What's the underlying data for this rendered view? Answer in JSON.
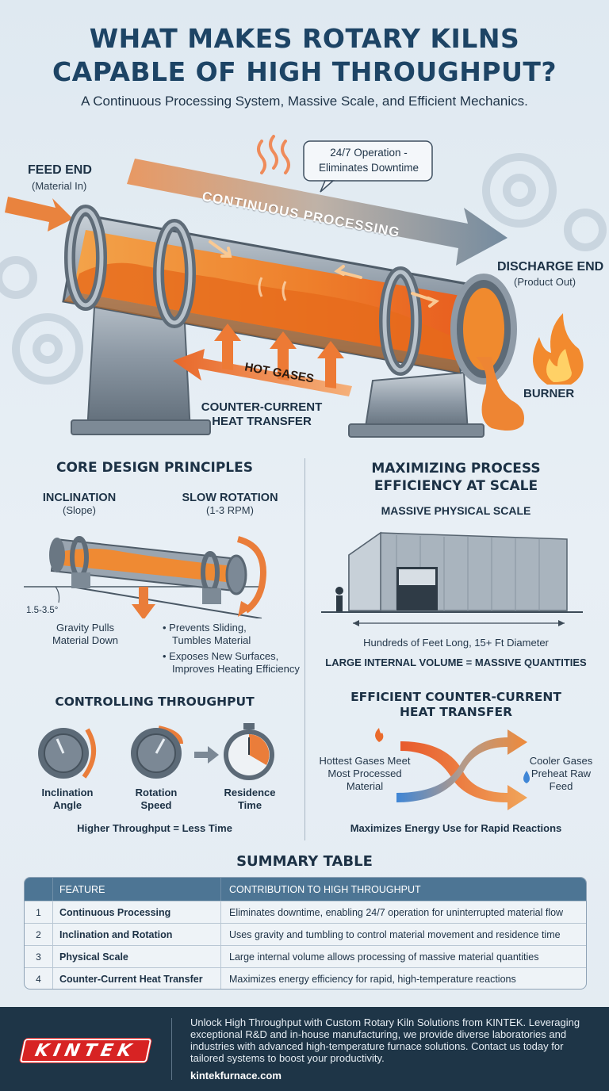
{
  "title_line1": "WHAT MAKES ROTARY KILNS",
  "title_line2": "CAPABLE OF HIGH THROUGHPUT?",
  "subtitle": "A Continuous Processing System, Massive Scale, and Efficient Mechanics.",
  "hero": {
    "feed_end": "FEED END",
    "feed_end_sub": "(Material In)",
    "operation_callout_line1": "24/7 Operation -",
    "operation_callout_line2": "Eliminates Downtime",
    "continuous_processing": "CONTINUOUS PROCESSING",
    "discharge_end": "DISCHARGE END",
    "discharge_end_sub": "(Product Out)",
    "hot_gases": "HOT GASES",
    "burner": "BURNER",
    "counter_current_line1": "COUNTER-CURRENT",
    "counter_current_line2": "HEAT TRANSFER"
  },
  "core": {
    "heading": "CORE DESIGN PRINCIPLES",
    "inclination": "INCLINATION",
    "inclination_sub": "(Slope)",
    "slow_rotation": "SLOW ROTATION",
    "slow_rotation_sub": "(1-3 RPM)",
    "angle": "1.5-3.5°",
    "gravity_line1": "Gravity Pulls",
    "gravity_line2": "Material Down",
    "bullet1_line1": "Prevents Sliding,",
    "bullet1_line2": "Tumbles Material",
    "bullet2_line1": "Exposes New Surfaces,",
    "bullet2_line2": "Improves Heating Efficiency"
  },
  "efficiency": {
    "heading_line1": "MAXIMIZING PROCESS",
    "heading_line2": "EFFICIENCY AT SCALE",
    "scale_heading": "MASSIVE PHYSICAL SCALE",
    "scale_dimension": "Hundreds of Feet Long, 15+ Ft Diameter",
    "scale_result": "LARGE INTERNAL VOLUME = MASSIVE QUANTITIES"
  },
  "throughput": {
    "heading": "CONTROLLING THROUGHPUT",
    "dial1_line1": "Inclination",
    "dial1_line2": "Angle",
    "dial2_line1": "Rotation",
    "dial2_line2": "Speed",
    "dial3_line1": "Residence",
    "dial3_line2": "Time",
    "result": "Higher Throughput = Less Time"
  },
  "heat": {
    "heading_line1": "EFFICIENT COUNTER-CURRENT",
    "heading_line2": "HEAT TRANSFER",
    "left_line1": "Hottest Gases Meet",
    "left_line2": "Most Processed",
    "left_line3": "Material",
    "right_line1": "Cooler Gases",
    "right_line2": "Preheat Raw",
    "right_line3": "Feed",
    "result": "Maximizes Energy Use for Rapid Reactions"
  },
  "summary": {
    "heading": "SUMMARY TABLE",
    "headers": [
      "",
      "FEATURE",
      "CONTRIBUTION TO HIGH THROUGHPUT"
    ],
    "rows": [
      {
        "num": "1",
        "feature": "Continuous Processing",
        "contribution": "Eliminates downtime, enabling 24/7 operation for uninterrupted material flow"
      },
      {
        "num": "2",
        "feature": "Inclination and Rotation",
        "contribution": "Uses gravity and tumbling to control material movement and residence time"
      },
      {
        "num": "3",
        "feature": "Physical Scale",
        "contribution": "Large internal volume allows processing of massive material quantities"
      },
      {
        "num": "4",
        "feature": "Counter-Current Heat Transfer",
        "contribution": "Maximizes energy efficiency for rapid, high-temperature reactions"
      }
    ]
  },
  "footer": {
    "logo": "KINTEK",
    "text": "Unlock High Throughput with Custom Rotary Kiln Solutions from KINTEK. Leveraging exceptional R&D and in-house manufacturing, we provide diverse laboratories and industries with advanced high-temperature furnace solutions. Contact us today for tailored systems to boost your productivity.",
    "url": "kintekfurnace.com"
  },
  "colors": {
    "title": "#1d4465",
    "accent_orange": "#e8782a",
    "steel": "#8c99a6",
    "footer_bg": "#1e3547",
    "logo_red": "#d72323"
  }
}
